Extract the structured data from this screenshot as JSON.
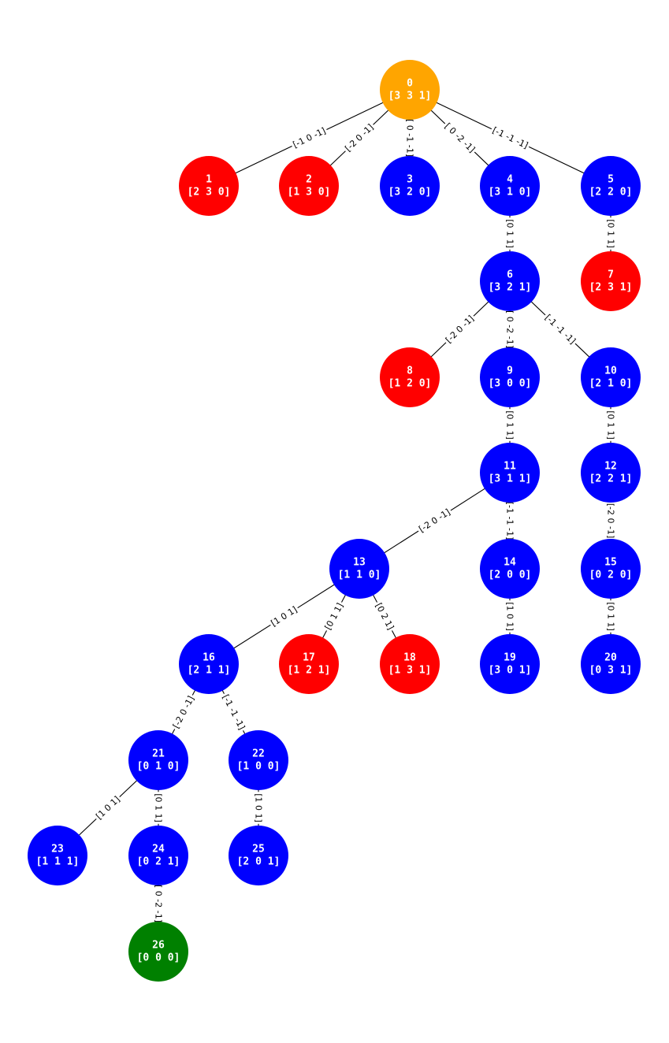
{
  "colors": {
    "start": "#FFA500",
    "safe": "#0000FF",
    "invalid": "#FF0000",
    "goal": "#008000"
  },
  "nodes": [
    {
      "id": "0",
      "state": "[3 3 1]",
      "status": "start"
    },
    {
      "id": "1",
      "state": "[2 3 0]",
      "status": "invalid"
    },
    {
      "id": "2",
      "state": "[1 3 0]",
      "status": "invalid"
    },
    {
      "id": "3",
      "state": "[3 2 0]",
      "status": "safe"
    },
    {
      "id": "4",
      "state": "[3 1 0]",
      "status": "safe"
    },
    {
      "id": "5",
      "state": "[2 2 0]",
      "status": "safe"
    },
    {
      "id": "6",
      "state": "[3 2 1]",
      "status": "safe"
    },
    {
      "id": "7",
      "state": "[2 3 1]",
      "status": "invalid"
    },
    {
      "id": "8",
      "state": "[1 2 0]",
      "status": "invalid"
    },
    {
      "id": "9",
      "state": "[3 0 0]",
      "status": "safe"
    },
    {
      "id": "10",
      "state": "[2 1 0]",
      "status": "safe"
    },
    {
      "id": "11",
      "state": "[3 1 1]",
      "status": "safe"
    },
    {
      "id": "12",
      "state": "[2 2 1]",
      "status": "safe"
    },
    {
      "id": "13",
      "state": "[1 1 0]",
      "status": "safe"
    },
    {
      "id": "14",
      "state": "[2 0 0]",
      "status": "safe"
    },
    {
      "id": "15",
      "state": "[0 2 0]",
      "status": "safe"
    },
    {
      "id": "16",
      "state": "[2 1 1]",
      "status": "safe"
    },
    {
      "id": "17",
      "state": "[1 2 1]",
      "status": "invalid"
    },
    {
      "id": "18",
      "state": "[1 3 1]",
      "status": "invalid"
    },
    {
      "id": "19",
      "state": "[3 0 1]",
      "status": "safe"
    },
    {
      "id": "20",
      "state": "[0 3 1]",
      "status": "safe"
    },
    {
      "id": "21",
      "state": "[0 1 0]",
      "status": "safe"
    },
    {
      "id": "22",
      "state": "[1 0 0]",
      "status": "safe"
    },
    {
      "id": "23",
      "state": "[1 1 1]",
      "status": "safe"
    },
    {
      "id": "24",
      "state": "[0 2 1]",
      "status": "safe"
    },
    {
      "id": "25",
      "state": "[2 0 1]",
      "status": "safe"
    },
    {
      "id": "26",
      "state": "[0 0 0]",
      "status": "goal"
    }
  ],
  "edges": [
    {
      "from": "0",
      "to": "1",
      "label": "[-1  0 -1]"
    },
    {
      "from": "0",
      "to": "2",
      "label": "[-2  0 -1]"
    },
    {
      "from": "0",
      "to": "3",
      "label": "[ 0 -1 -1]"
    },
    {
      "from": "0",
      "to": "4",
      "label": "[ 0 -2 -1]"
    },
    {
      "from": "0",
      "to": "5",
      "label": "[-1 -1 -1]"
    },
    {
      "from": "4",
      "to": "6",
      "label": "[0 1 1]"
    },
    {
      "from": "5",
      "to": "7",
      "label": "[0 1 1]"
    },
    {
      "from": "6",
      "to": "8",
      "label": "[-2  0 -1]"
    },
    {
      "from": "6",
      "to": "9",
      "label": "[ 0 -2 -1]"
    },
    {
      "from": "6",
      "to": "10",
      "label": "[-1 -1 -1]"
    },
    {
      "from": "9",
      "to": "11",
      "label": "[0 1 1]"
    },
    {
      "from": "10",
      "to": "12",
      "label": "[0 1 1]"
    },
    {
      "from": "11",
      "to": "13",
      "label": "[-2  0 -1]"
    },
    {
      "from": "11",
      "to": "14",
      "label": "[-1 -1 -1]"
    },
    {
      "from": "12",
      "to": "15",
      "label": "[-2  0 -1]"
    },
    {
      "from": "13",
      "to": "16",
      "label": "[1 0 1]"
    },
    {
      "from": "13",
      "to": "17",
      "label": "[0 1 1]"
    },
    {
      "from": "13",
      "to": "18",
      "label": "[0 2 1]"
    },
    {
      "from": "14",
      "to": "19",
      "label": "[1 0 1]"
    },
    {
      "from": "15",
      "to": "20",
      "label": "[0 1 1]"
    },
    {
      "from": "16",
      "to": "21",
      "label": "[-2  0 -1]"
    },
    {
      "from": "16",
      "to": "22",
      "label": "[-1 -1 -1]"
    },
    {
      "from": "21",
      "to": "23",
      "label": "[1 0 1]"
    },
    {
      "from": "21",
      "to": "24",
      "label": "[0 1 1]"
    },
    {
      "from": "22",
      "to": "25",
      "label": "[1 0 1]"
    },
    {
      "from": "24",
      "to": "26",
      "label": "[ 0 -2 -1]"
    }
  ]
}
